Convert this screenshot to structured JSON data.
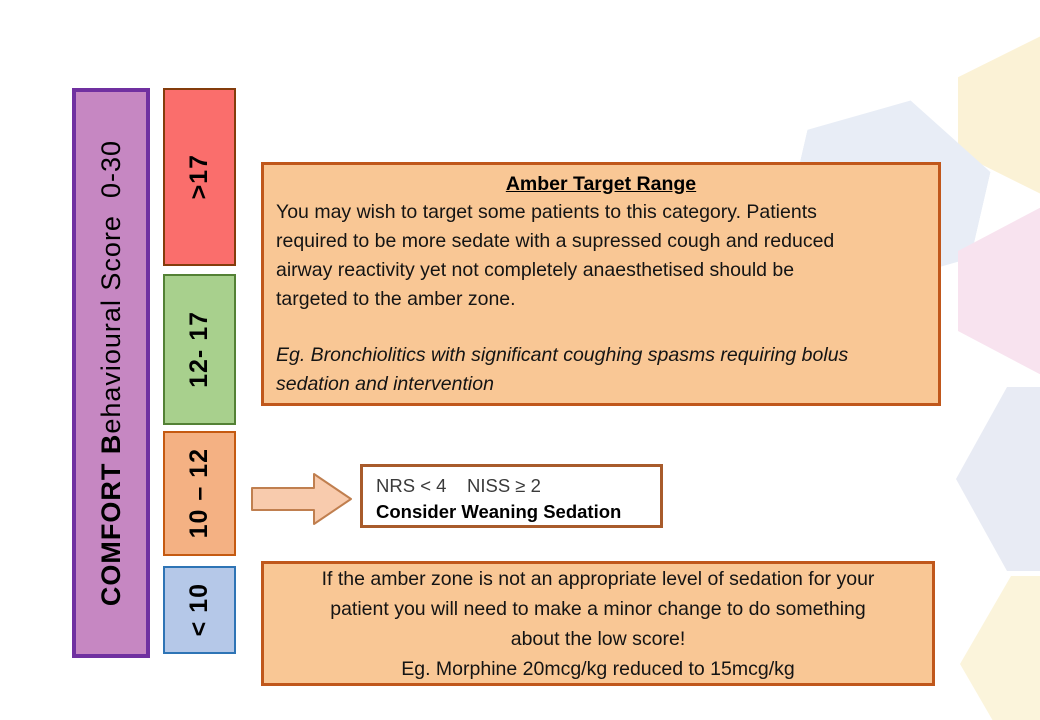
{
  "scale": {
    "title_bold": "COMFORT B",
    "title_rest": "ehavioural Score  0-30",
    "bar_fill": "#C687C2",
    "bar_border": "#7030A0",
    "bands": [
      {
        "name": "deep-sedation",
        "label": ">17",
        "fill": "#FA6E6C",
        "border": "#843C0C"
      },
      {
        "name": "green-range",
        "label": "12- 17",
        "fill": "#A8D08D",
        "border": "#538135"
      },
      {
        "name": "amber-range",
        "label": "10 – 12",
        "fill": "#F4B183",
        "border": "#C55A11"
      },
      {
        "name": "low-range",
        "label": "< 10",
        "fill": "#B5C8E8",
        "border": "#2E74B5"
      }
    ]
  },
  "amber_panel": {
    "title": "Amber Target Range",
    "body": "You may wish to target some patients to this category. Patients\nrequired to be more sedate with a supressed cough and reduced\nairway reactivity yet not completely anaesthetised should be\ntargeted to the amber zone.",
    "example": "Eg. Bronchiolitics with significant coughing spasms requiring bolus\nsedation and intervention",
    "fill": "#F9C795",
    "border": "#C0571B"
  },
  "weaning_panel": {
    "criteria": "NRS < 4    NISS ≥ 2",
    "action": "Consider Weaning Sedation",
    "border": "#A85B2B"
  },
  "low_panel": {
    "text": "If the amber zone is not an appropriate level of sedation for your\npatient you will need to make a minor change to do something\nabout the low score!\nEg. Morphine 20mcg/kg reduced to 15mcg/kg",
    "fill": "#F9C795",
    "border": "#C0571B"
  },
  "arrow": {
    "fill": "#F8CBAD",
    "stroke": "#C07F4F"
  },
  "hexagons": [
    {
      "name": "hex-yellow-top",
      "color": "#FBF2D6"
    },
    {
      "name": "hex-blue-upper",
      "color": "#E8EDF6"
    },
    {
      "name": "hex-pink-right",
      "color": "#F8E3EF"
    },
    {
      "name": "hex-blue-mid",
      "color": "#E8EBF4"
    },
    {
      "name": "hex-yellow-bottom",
      "color": "#FBF4DB"
    }
  ]
}
